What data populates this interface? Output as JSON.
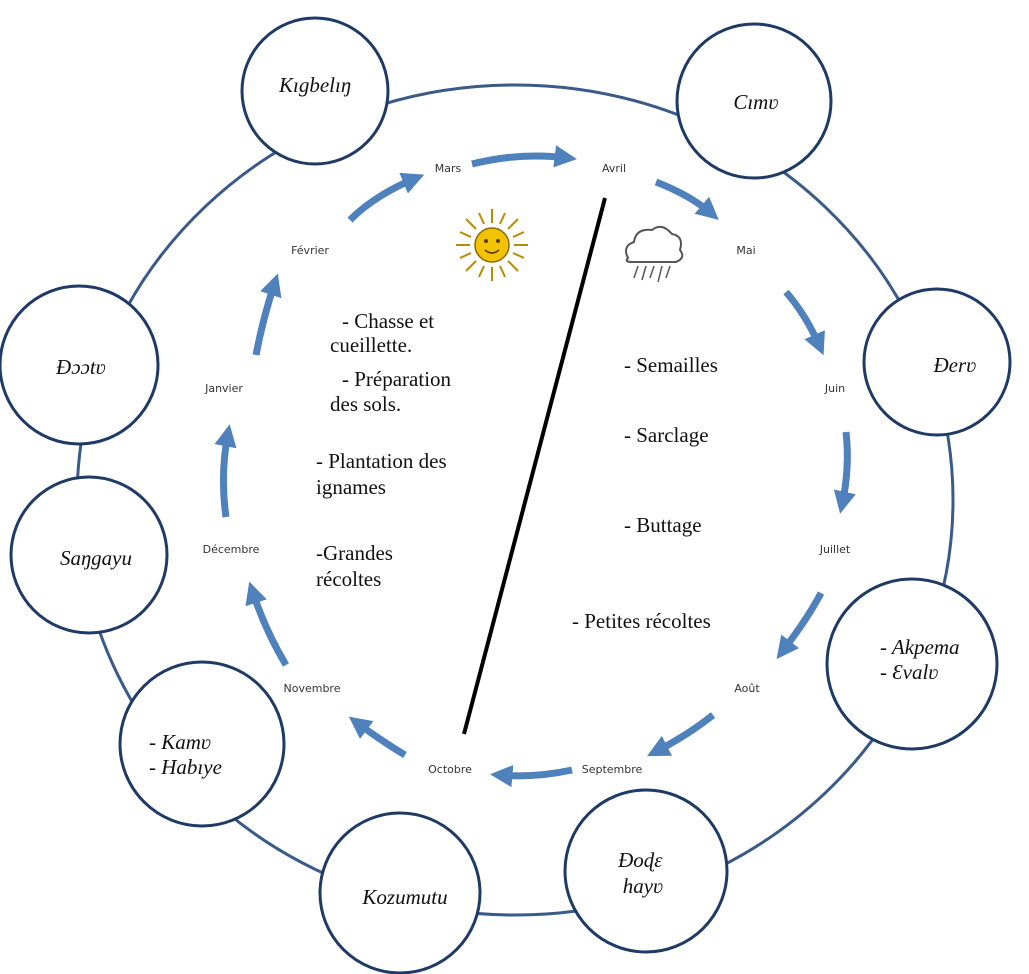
{
  "colors": {
    "ring": "#3a5a88",
    "arrow": "#4f81bd",
    "divider": "#000000",
    "sun": "#f2c400",
    "cloud": "#555555"
  },
  "icons": {
    "sun": "sun-icon",
    "rain_cloud": "rain-cloud-icon"
  },
  "month_names": {
    "mars": "Mars",
    "avril": "Avril",
    "mai": "Mai",
    "juin": "Juin",
    "juillet": "Juillet",
    "aout": "Août",
    "septembre": "Septembre",
    "octobre": "Octobre",
    "novembre": "Novembre",
    "decembre": "Décembre",
    "janvier": "Janvier",
    "fevrier": "Février"
  },
  "local_names": {
    "kigbelin": [
      "Kıgbelıŋ"
    ],
    "cimv": [
      "Cımʋ"
    ],
    "derv": [
      "Ɖerʋ"
    ],
    "akpema": [
      "- Akpema",
      "- Ɛvalʋ"
    ],
    "dode": [
      "Ɖoɖɛ",
      "hayʋ"
    ],
    "kozumutu": [
      "Kozumutu"
    ],
    "kamv": [
      "- Kamʋ",
      "- Habıye"
    ],
    "sangayu": [
      "Saŋgayu"
    ],
    "dootv": [
      "Ɖɔɔtʋ"
    ]
  },
  "dry_season": {
    "chasse": [
      "- Chasse et",
      "cueillette."
    ],
    "preparation": [
      "- Préparation",
      "des sols."
    ],
    "plantation": [
      "- Plantation des",
      "ignames"
    ],
    "recoltes": [
      "-Grandes",
      "récoltes"
    ]
  },
  "rainy_season": {
    "semailles": [
      "- Semailles"
    ],
    "sarclage": [
      "- Sarclage"
    ],
    "buttage": [
      "- Buttage"
    ],
    "petites": [
      "- Petites récoltes"
    ]
  }
}
